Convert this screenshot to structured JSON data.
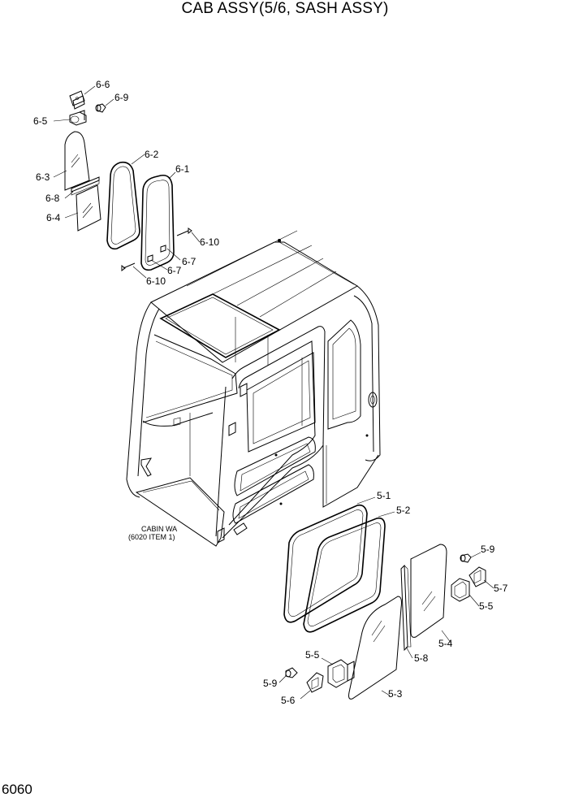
{
  "title": "CAB ASSY(5/6, SASH ASSY)",
  "page_number": "6060",
  "cabin_note": {
    "line1": "CABIN WA",
    "line2": "(6020 ITEM 1)"
  },
  "part_labels": {
    "p6_6": "6-6",
    "p6_9": "6-9",
    "p6_5": "6-5",
    "p6_3": "6-3",
    "p6_8": "6-8",
    "p6_4": "6-4",
    "p6_2": "6-2",
    "p6_1": "6-1",
    "p6_10a": "6-10",
    "p6_7a": "6-7",
    "p6_7b": "6-7",
    "p6_10b": "6-10",
    "p5_1": "5-1",
    "p5_2": "5-2",
    "p5_9a": "5-9",
    "p5_7": "5-7",
    "p5_5a": "5-5",
    "p5_4": "5-4",
    "p5_8": "5-8",
    "p5_5b": "5-5",
    "p5_9b": "5-9",
    "p5_6": "5-6",
    "p5_3": "5-3"
  }
}
